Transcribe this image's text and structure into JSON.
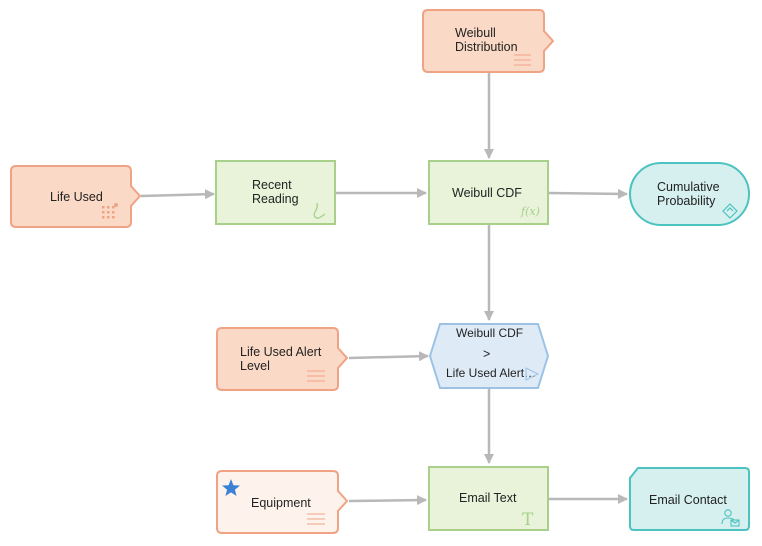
{
  "colors": {
    "input_fill": "#fbd9c7",
    "input_stroke": "#f0a384",
    "equipment_fill": "#fdf3ec",
    "calc_fill": "#e8f3da",
    "calc_stroke": "#a8d08a",
    "compare_fill": "#deebf7",
    "compare_stroke": "#9cc2e6",
    "output_fill": "#d6f0ef",
    "output_stroke": "#4cc3c0",
    "connector": "#b8b8b8",
    "star": "#3b82d6",
    "icon_orange": "#f0a384",
    "icon_green": "#a8d08a",
    "icon_teal": "#4cc3c0"
  },
  "nodes": {
    "weibull_distribution": {
      "line1": "Weibull",
      "line2": "Distribution",
      "icon": "lines-icon"
    },
    "life_used": {
      "label": "Life Used",
      "icon": "grid-dots-icon"
    },
    "recent_reading": {
      "line1": "Recent",
      "line2": "Reading",
      "icon": "curve-icon"
    },
    "weibull_cdf": {
      "label": "Weibull CDF",
      "icon": "function-icon",
      "icon_text": "f(x)"
    },
    "cumulative_probability": {
      "line1": "Cumulative",
      "line2": "Probability",
      "icon": "diamond-icon"
    },
    "life_used_alert_level": {
      "line1": "Life Used Alert",
      "line2": "Level",
      "icon": "lines-icon"
    },
    "comparison": {
      "line1": "Weibull CDF",
      "operator": ">",
      "line3": "Life Used Alert…",
      "icon": "play-icon"
    },
    "equipment": {
      "label": "Equipment",
      "icon": "lines-icon",
      "badge": "star-icon"
    },
    "email_text": {
      "label": "Email Text",
      "icon": "text-icon",
      "icon_text": "T"
    },
    "email_contact": {
      "label": "Email Contact",
      "icon": "contact-icon"
    }
  }
}
